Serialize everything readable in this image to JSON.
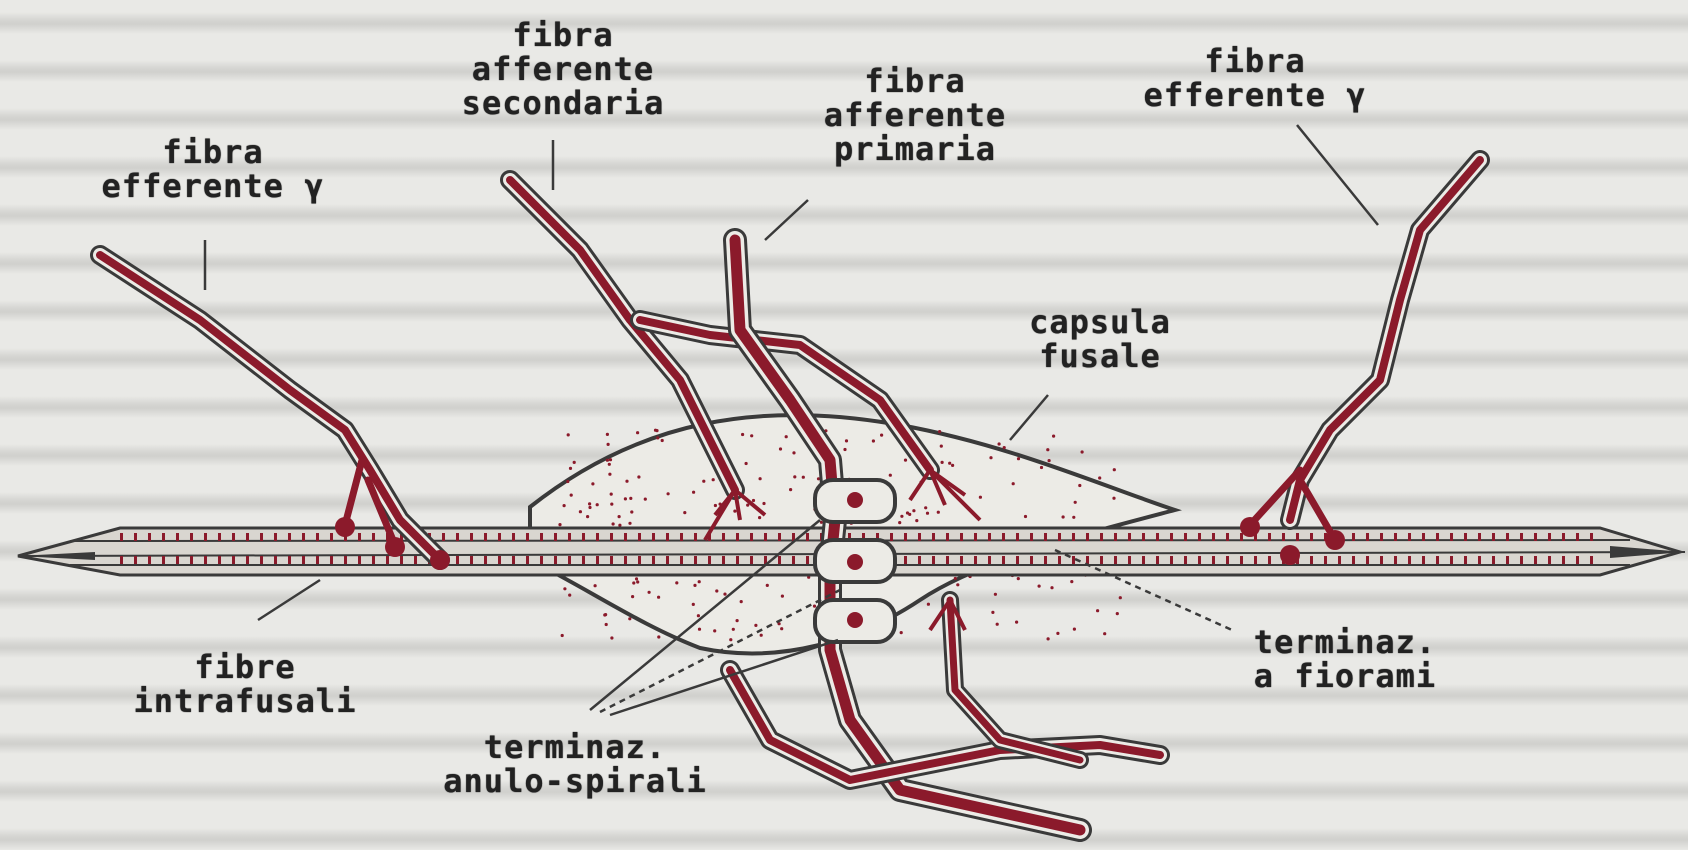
{
  "labels": {
    "gamma_left": {
      "line1": "fibra",
      "line2": "efferente γ"
    },
    "secondary": {
      "line1": "fibra",
      "line2": "afferente",
      "line3": "secondaria"
    },
    "primary": {
      "line1": "fibra",
      "line2": "afferente",
      "line3": "primaria"
    },
    "gamma_right": {
      "line1": "fibra",
      "line2": "efferente γ"
    },
    "capsule": {
      "line1": "capsula",
      "line2": "fusale"
    },
    "intrafusal": {
      "line1": "fibre",
      "line2": "intrafusali"
    },
    "flower": {
      "line1": "terminaz.",
      "line2": "a fiorami"
    },
    "annulospiral": {
      "line1": "terminaz.",
      "line2": "anulo-spirali"
    }
  },
  "colors": {
    "nerve": "#8b1a2b",
    "outline": "#3a3a3a",
    "background": "#e9e9e6"
  }
}
